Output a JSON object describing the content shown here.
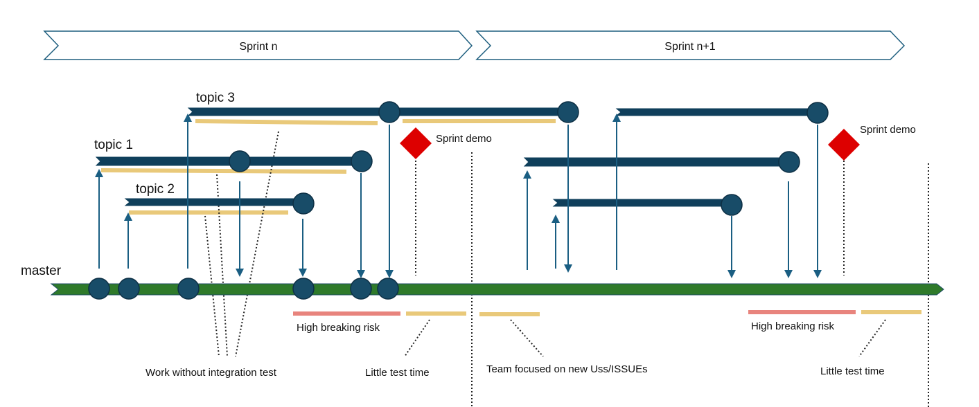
{
  "colors": {
    "branch": "#0f3f5b",
    "node": "#184c68",
    "master": "#2f7a2a",
    "highlight": "#e9c97a",
    "risk": "#e8847d",
    "demo": "#dd0000",
    "arrow": "#1a5e82",
    "chevron_stroke": "#1f5f7f"
  },
  "sprints": [
    {
      "label": "Sprint n"
    },
    {
      "label": "Sprint n+1"
    }
  ],
  "master_label": "master",
  "topics": [
    {
      "label": "topic 3"
    },
    {
      "label": "topic 1"
    },
    {
      "label": "topic 2"
    }
  ],
  "demo_labels": [
    "Sprint demo",
    "Sprint demo"
  ],
  "annotations": {
    "risk_1": "High breaking risk",
    "risk_2": "High breaking risk",
    "work_no_test": "Work without integration test",
    "test_time_1": "Little test time",
    "team_focus": "Team focused on new Uss/ISSUEs",
    "test_time_2": "Little test time"
  }
}
